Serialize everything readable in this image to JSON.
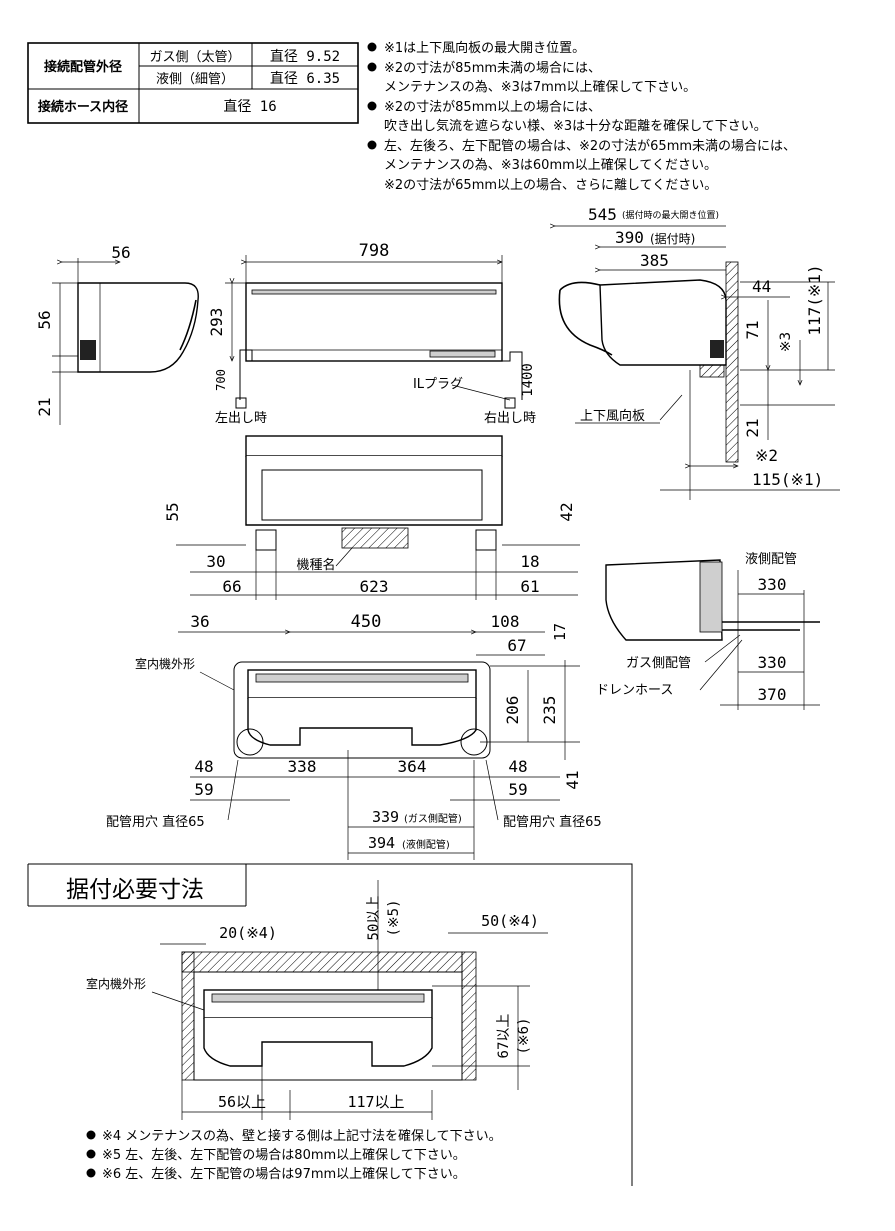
{
  "spec_table": {
    "row1_label": "接続配管外径",
    "row1_gas": "ガス側（太管）",
    "row1_gas_val": "直径 9.52",
    "row1_liquid": "液側（細管）",
    "row1_liquid_val": "直径 6.35",
    "row2_label": "接続ホース内径",
    "row2_val": "直径 16"
  },
  "notes_top": [
    "※1は上下風向板の最大開き位置。",
    "※2の寸法が85mm未満の場合には、",
    "メンテナンスの為、※3は7mm以上確保して下さい。",
    "※2の寸法が85mm以上の場合には、",
    "吹き出し気流を遮らない様、※3は十分な距離を確保して下さい。",
    "左、左後ろ、左下配管の場合は、※2の寸法が65mm未満の場合には、",
    "メンテナンスの為、※3は60mm以上確保してください。",
    "※2の寸法が65mm以上の場合、さらに離してください。"
  ],
  "dims": {
    "side_width": "56",
    "side_top": "56",
    "side_bottom": "21",
    "front_width": "798",
    "front_height": "293",
    "left_pipe": "700",
    "right_pipe": "1400",
    "plug": "ILプラグ",
    "left_out": "左出し時",
    "right_out": "右出し時",
    "d545": "545",
    "d545_note": "(据付時の最大開き位置)",
    "d390": "390",
    "d390_note": "(据付時)",
    "d385": "385",
    "d44": "44",
    "d71": "71",
    "d117": "117(※1)",
    "d_mark3": "※3",
    "d21": "21",
    "d_mark2": "※2",
    "d115": "115(※1)",
    "louver": "上下風向板",
    "bottom_55": "55",
    "bottom_42": "42",
    "bottom_30": "30",
    "bottom_18": "18",
    "bottom_66": "66",
    "bottom_623": "623",
    "bottom_61": "61",
    "model_name": "機種名",
    "liquid_pipe": "液側配管",
    "gas_pipe": "ガス側配管",
    "drain_hose": "ドレンホース",
    "p330a": "330",
    "p330b": "330",
    "p370": "370",
    "plate_36": "36",
    "plate_450": "450",
    "plate_108": "108",
    "plate_17": "17",
    "plate_67": "67",
    "plate_outline": "室内機外形",
    "plate_206": "206",
    "plate_235": "235",
    "plate_48a": "48",
    "plate_59a": "59",
    "plate_338": "338",
    "plate_364": "364",
    "plate_48b": "48",
    "plate_59b": "59",
    "plate_41": "41",
    "hole_left": "配管用穴 直径65",
    "hole_right": "配管用穴 直径65",
    "plate_339": "339",
    "plate_339_note": "(ガス側配管)",
    "plate_394": "394",
    "plate_394_note": "(液側配管)"
  },
  "install": {
    "title": "据付必要寸法",
    "d20": "20(※4)",
    "d50top": "50以上",
    "d50top_note": "(※5)",
    "d50r": "50(※4)",
    "outline": "室内機外形",
    "d67": "67以上",
    "d67_note": "(※6)",
    "d56": "56以上",
    "d117": "117以上",
    "notes": [
      "※4 メンテナンスの為、壁と接する側は上記寸法を確保して下さい。",
      "※5 左、左後、左下配管の場合は80mm以上確保して下さい。",
      "※6 左、左後、左下配管の場合は97mm以上確保して下さい。"
    ]
  }
}
